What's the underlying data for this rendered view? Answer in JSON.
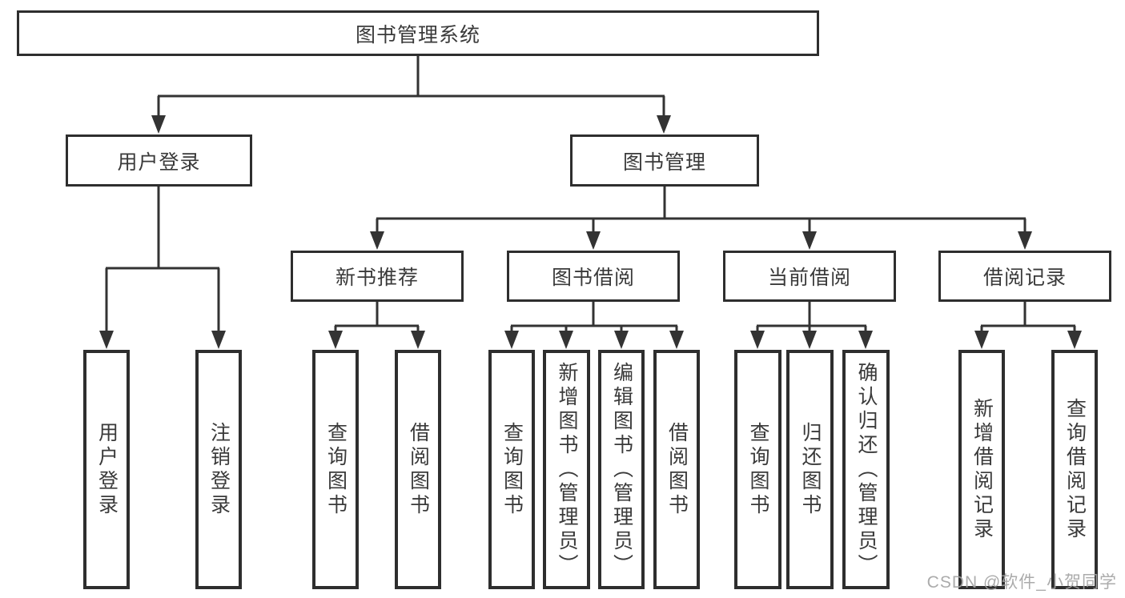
{
  "diagram": {
    "title": "图书管理系统",
    "root": {
      "label": "图书管理系统"
    },
    "level2": [
      {
        "label": "用户登录"
      },
      {
        "label": "图书管理"
      }
    ],
    "level3": [
      {
        "label": "新书推荐"
      },
      {
        "label": "图书借阅"
      },
      {
        "label": "当前借阅"
      },
      {
        "label": "借阅记录"
      }
    ],
    "leaves": [
      {
        "label": "用户登录",
        "parent": "用户登录"
      },
      {
        "label": "注销登录",
        "parent": "用户登录"
      },
      {
        "label": "查询图书",
        "parent": "新书推荐"
      },
      {
        "label": "借阅图书",
        "parent": "新书推荐"
      },
      {
        "label": "查询图书",
        "parent": "图书借阅"
      },
      {
        "label": "新增图书（管理员）",
        "parent": "图书借阅"
      },
      {
        "label": "编辑图书（管理员）",
        "parent": "图书借阅"
      },
      {
        "label": "借阅图书",
        "parent": "图书借阅"
      },
      {
        "label": "查询图书",
        "parent": "当前借阅"
      },
      {
        "label": "归还图书",
        "parent": "当前借阅"
      },
      {
        "label": "确认归还（管理员）",
        "parent": "当前借阅"
      },
      {
        "label": "新增借阅记录",
        "parent": "借阅记录"
      },
      {
        "label": "查询借阅记录",
        "parent": "借阅记录"
      }
    ],
    "watermark": "CSDN @软件_小贺同学",
    "colors": {
      "line": "#333333",
      "box_border": "#2e2e2e",
      "text": "#3a3a3a",
      "watermark": "#a3a3a3",
      "background": "#ffffff"
    }
  }
}
